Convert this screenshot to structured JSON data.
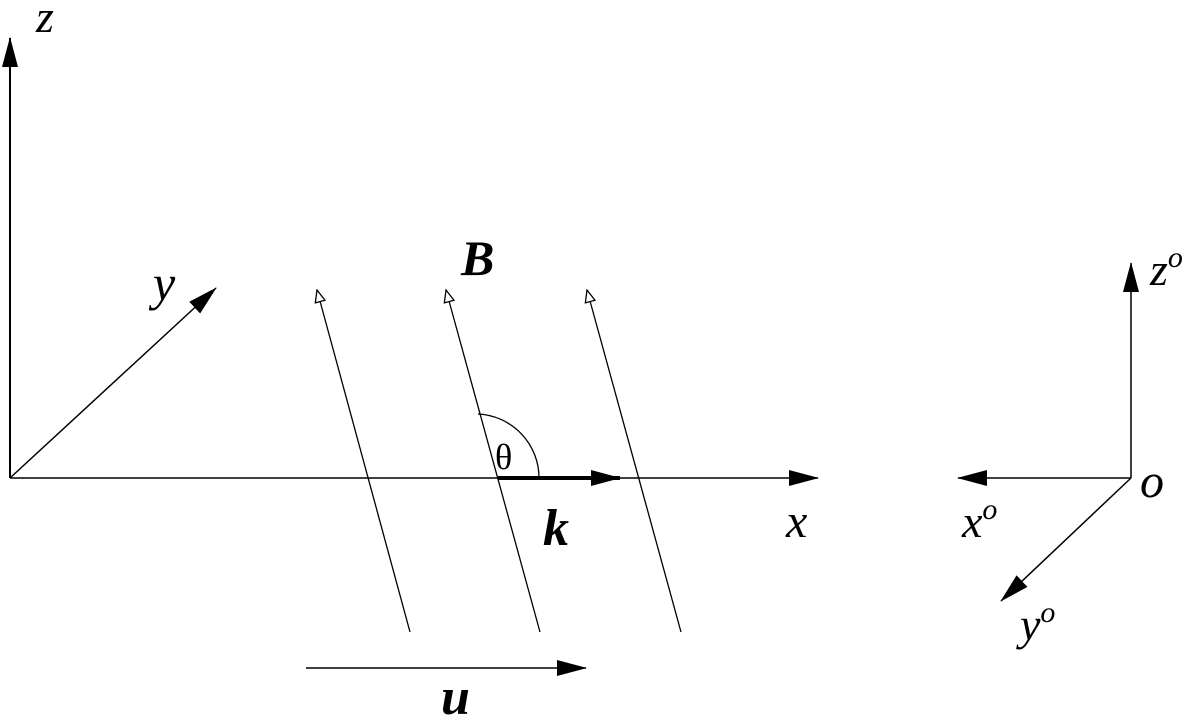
{
  "labels": {
    "z": "z",
    "y": "y",
    "x": "x",
    "B": "B",
    "theta": "θ",
    "k": "k",
    "u": "u",
    "z_o": "z",
    "x_o": "x",
    "y_o": "y",
    "o": "o",
    "superscript_o": "o"
  },
  "colors": {
    "ink": "#000000",
    "background": "#ffffff"
  }
}
